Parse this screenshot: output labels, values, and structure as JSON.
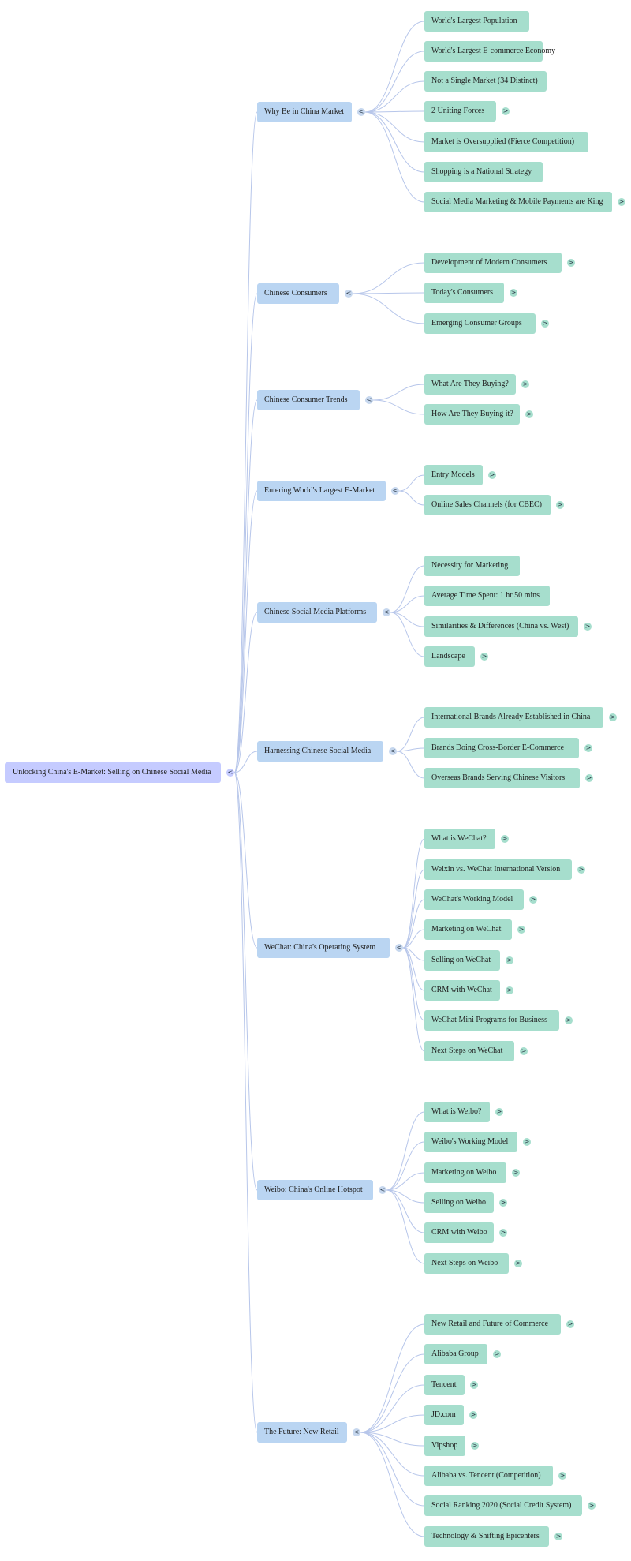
{
  "root": {
    "label": "Unlocking China's E-Market: Selling on Chinese Social Media",
    "toggle": "<"
  },
  "branches": [
    {
      "label": "Why Be in China Market",
      "toggle": "<",
      "children": [
        {
          "label": "World's Largest Population",
          "toggle": ""
        },
        {
          "label": "World's Largest E-commerce Economy",
          "toggle": ""
        },
        {
          "label": "Not a Single Market (34 Distinct)",
          "toggle": ""
        },
        {
          "label": "2 Uniting Forces",
          "toggle": ">"
        },
        {
          "label": "Market is Oversupplied (Fierce Competition)",
          "toggle": ""
        },
        {
          "label": "Shopping is a National Strategy",
          "toggle": ""
        },
        {
          "label": "Social Media Marketing & Mobile Payments are King",
          "toggle": ">"
        }
      ]
    },
    {
      "label": "Chinese Consumers",
      "toggle": "<",
      "children": [
        {
          "label": "Development of Modern Consumers",
          "toggle": ">"
        },
        {
          "label": "Today's Consumers",
          "toggle": ">"
        },
        {
          "label": "Emerging Consumer Groups",
          "toggle": ">"
        }
      ]
    },
    {
      "label": "Chinese Consumer Trends",
      "toggle": "<",
      "children": [
        {
          "label": "What Are They Buying?",
          "toggle": ">"
        },
        {
          "label": "How Are They Buying it?",
          "toggle": ">"
        }
      ]
    },
    {
      "label": "Entering World's Largest E-Market",
      "toggle": "<",
      "children": [
        {
          "label": "Entry Models",
          "toggle": ">"
        },
        {
          "label": "Online Sales Channels (for CBEC)",
          "toggle": ">"
        }
      ]
    },
    {
      "label": "Chinese Social Media Platforms",
      "toggle": "<",
      "children": [
        {
          "label": "Necessity for Marketing",
          "toggle": ""
        },
        {
          "label": "Average Time Spent: 1 hr 50 mins",
          "toggle": ""
        },
        {
          "label": "Similarities & Differences (China vs. West)",
          "toggle": ">"
        },
        {
          "label": "Landscape",
          "toggle": ">"
        }
      ]
    },
    {
      "label": "Harnessing Chinese Social Media",
      "toggle": "<",
      "children": [
        {
          "label": "International Brands Already Established in China",
          "toggle": ">"
        },
        {
          "label": "Brands Doing Cross-Border E-Commerce",
          "toggle": ">"
        },
        {
          "label": "Overseas Brands Serving Chinese Visitors",
          "toggle": ">"
        }
      ]
    },
    {
      "label": "WeChat: China's Operating System",
      "toggle": "<",
      "children": [
        {
          "label": "What is WeChat?",
          "toggle": ">"
        },
        {
          "label": "Weixin vs. WeChat International Version",
          "toggle": ">"
        },
        {
          "label": "WeChat's Working Model",
          "toggle": ">"
        },
        {
          "label": "Marketing on WeChat",
          "toggle": ">"
        },
        {
          "label": "Selling on WeChat",
          "toggle": ">"
        },
        {
          "label": "CRM with WeChat",
          "toggle": ">"
        },
        {
          "label": "WeChat Mini Programs for Business",
          "toggle": ">"
        },
        {
          "label": "Next Steps on WeChat",
          "toggle": ">"
        }
      ]
    },
    {
      "label": "Weibo: China's Online Hotspot",
      "toggle": "<",
      "children": [
        {
          "label": "What is Weibo?",
          "toggle": ">"
        },
        {
          "label": "Weibo's Working Model",
          "toggle": ">"
        },
        {
          "label": "Marketing on Weibo",
          "toggle": ">"
        },
        {
          "label": "Selling on Weibo",
          "toggle": ">"
        },
        {
          "label": "CRM with Weibo",
          "toggle": ">"
        },
        {
          "label": "Next Steps on Weibo",
          "toggle": ">"
        }
      ]
    },
    {
      "label": "The Future: New Retail",
      "toggle": "<",
      "children": [
        {
          "label": "New Retail and Future of Commerce",
          "toggle": ">"
        },
        {
          "label": "Alibaba Group",
          "toggle": ">"
        },
        {
          "label": "Tencent",
          "toggle": ">"
        },
        {
          "label": "JD.com",
          "toggle": ">"
        },
        {
          "label": "Vipshop",
          "toggle": ">"
        },
        {
          "label": "Alibaba vs. Tencent (Competition)",
          "toggle": ">"
        },
        {
          "label": "Social Ranking 2020 (Social Credit System)",
          "toggle": ">"
        },
        {
          "label": "Technology & Shifting Epicenters",
          "toggle": ">"
        }
      ]
    }
  ],
  "colors": {
    "root": "#c5cbff",
    "branch": "#bad5f2",
    "leaf": "#a6decd",
    "edge": "#b7c6ea",
    "text": "#222222"
  }
}
